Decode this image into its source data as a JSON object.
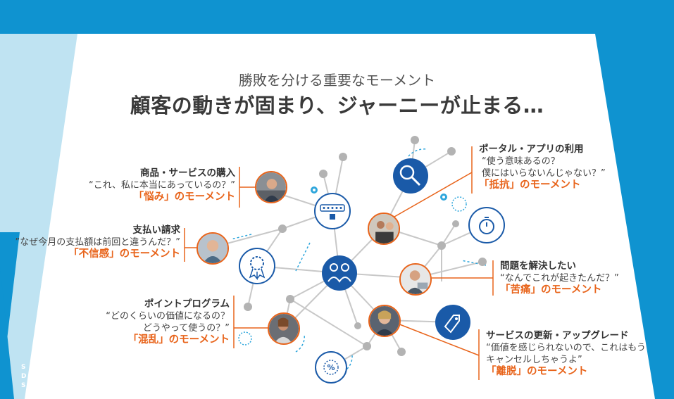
{
  "slide": {
    "subtitle": "勝敗を分ける重要なモーメント",
    "title": "顧客の動きが固まり、ジャーニーが止まる…"
  },
  "callouts": {
    "purchase": {
      "heading": "商品・サービスの購入",
      "quote": "“これ、私に本当にあっているの？”",
      "moment": "「悩み」のモーメント"
    },
    "billing": {
      "heading": "支払い請求",
      "quote": "”なぜ今月の支払額は前回と違うんだ？”",
      "moment": "「不信感」のモーメント"
    },
    "points": {
      "heading": "ポイントプログラム",
      "quote1": "“どのくらいの価値になるの？",
      "quote2": "どうやって使うの？”",
      "moment": "「混乱」のモーメント"
    },
    "portal": {
      "heading": "ポータル・アプリの利用",
      "quote1": "“使う意味あるの？",
      "quote2": "僕にはいらないんじゃない？”",
      "moment": "「抵抗」のモーメント"
    },
    "problem": {
      "heading": "問題を解決したい",
      "quote": "“なんでこれが起きたんだ？”",
      "moment": "「苦痛」のモーメント"
    },
    "renewal": {
      "heading": "サービスの更新・アップグレード",
      "quote1": "“価値を感じられないので、これはもう",
      "quote2": "キャンセルしちゃうよ”",
      "moment": "「離脱」のモーメント"
    }
  },
  "logo": {
    "line1": "SUN",
    "line2": "DAY",
    "line3": "SKY"
  },
  "colors": {
    "brand_blue": "#0f93d0",
    "light_blue": "#bfe3f2",
    "node_blue": "#1a5aa8",
    "accent_orange": "#e8641b",
    "node_gray": "#b3b3b3"
  },
  "icons": [
    "search-icon",
    "rating-icon",
    "stopwatch-icon",
    "award-icon",
    "people-icon",
    "tag-icon",
    "discount-icon",
    "gear-icon"
  ]
}
